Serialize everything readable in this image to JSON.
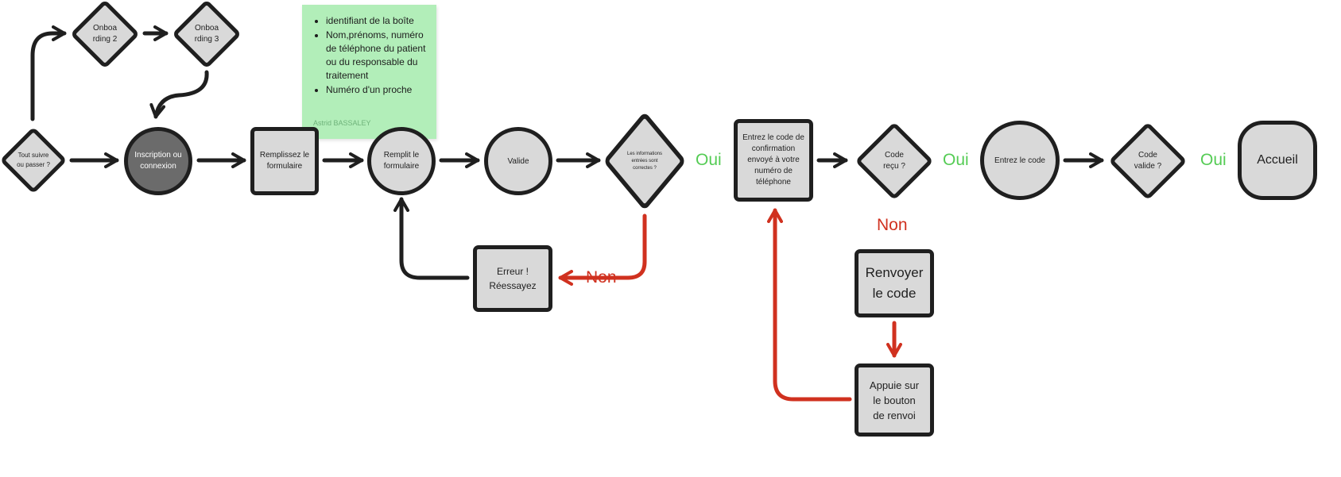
{
  "nodes": {
    "tout_suivre": "Tout suivre ou passer ?",
    "onboarding_2": "Onboa rding 2",
    "onboarding_3": "Onboa rding 3",
    "inscription": "Inscription ou connexion",
    "remplissez": "Remplissez le formulaire",
    "remplit": "Remplit le formulaire",
    "valide": "Valide",
    "infos_correctes": "Les informations entrées sont correctes ?",
    "entrez_code_confirmation": "Entrez le code de confirmation envoyé à votre numéro de téléphone",
    "code_recu": "Code reçu ?",
    "entrez_code": "Entrez le code",
    "code_valide": "Code valide ?",
    "accueil": "Accueil",
    "erreur": "Erreur ! Réessayez",
    "renvoyer": "Renvoyer le code",
    "appuie": "Appuie sur le bouton de renvoi"
  },
  "labels": {
    "oui_1": "Oui",
    "oui_2": "Oui",
    "oui_3": "Oui",
    "non_1": "Non",
    "non_2": "Non"
  },
  "sticky_note": {
    "items": [
      "identifiant de la boîte",
      "Nom,prénoms, numéro de téléphone du patient ou du responsable du traitement",
      "Numéro d'un proche"
    ],
    "author": "Astrid BASSALEY"
  },
  "colors": {
    "node_fill": "#d9d9d9",
    "node_border": "#1f1f1f",
    "dark_node": "#6b6b6b",
    "yes_green": "#55cc55",
    "no_red": "#d0311f",
    "sticky_green": "#b2eeb9"
  }
}
